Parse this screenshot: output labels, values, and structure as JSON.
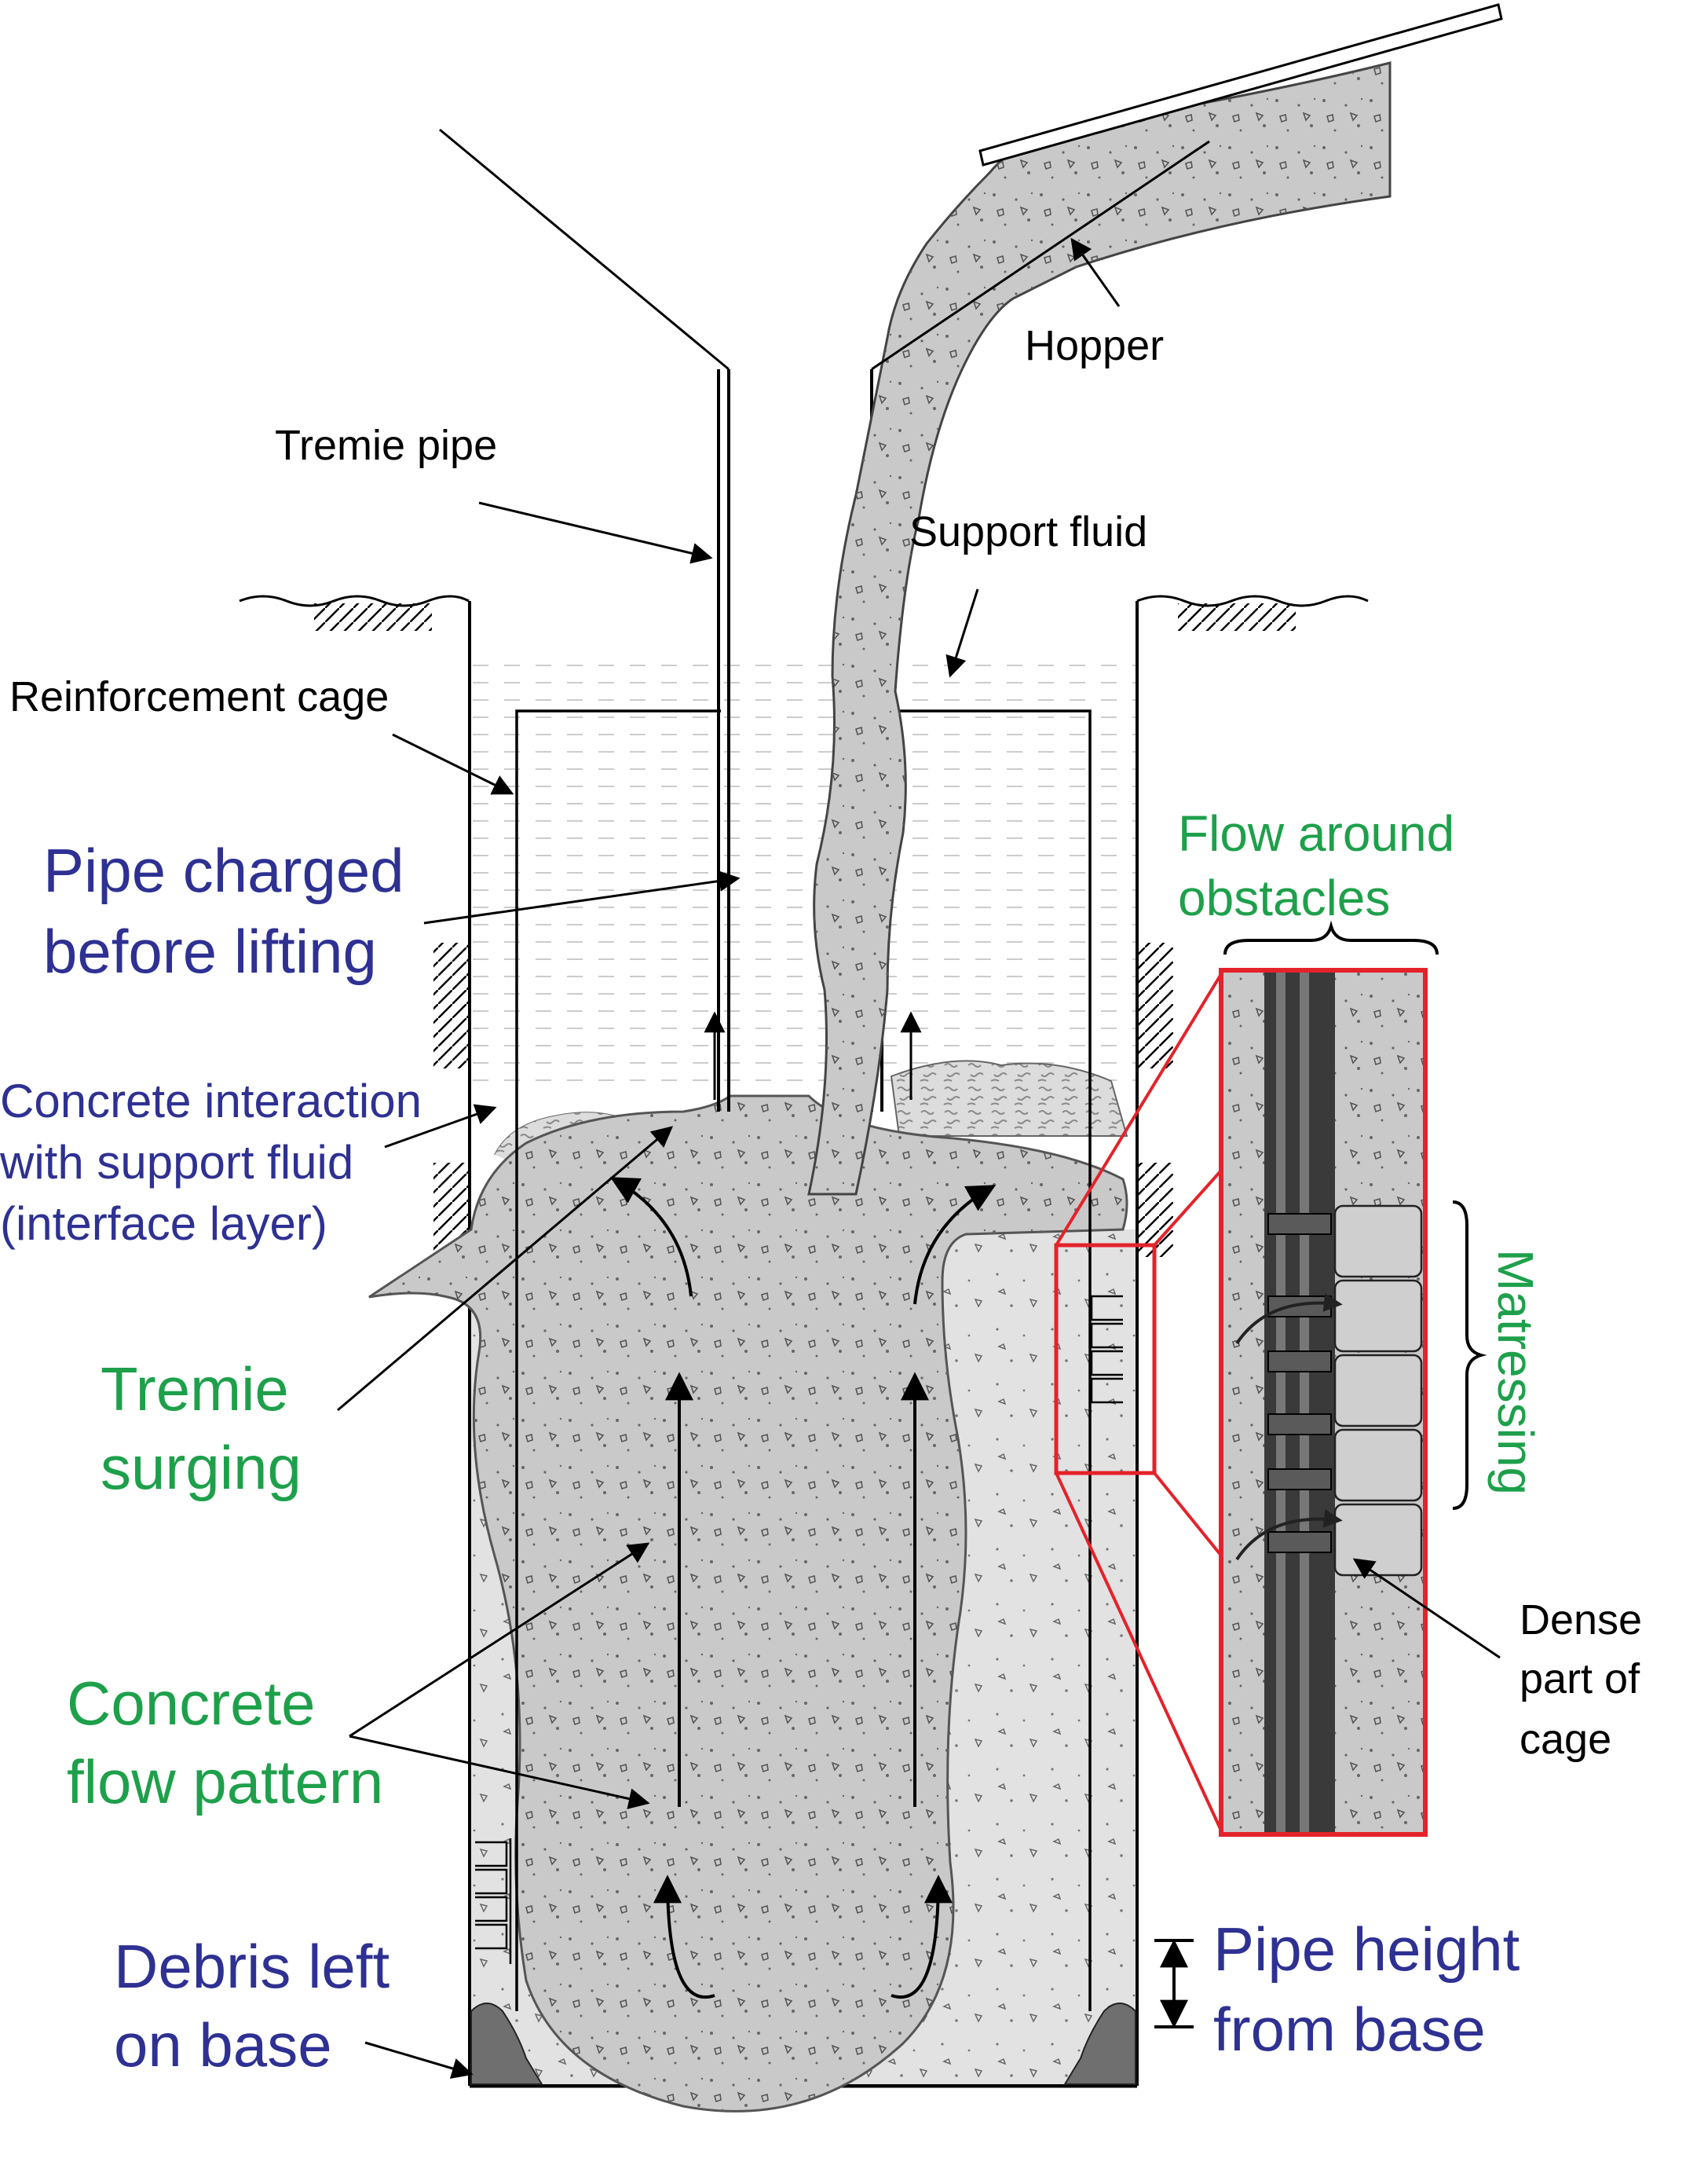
{
  "labels": {
    "hopper": "Hopper",
    "tremie_pipe": "Tremie pipe",
    "support_fluid": "Support fluid",
    "reinforcement_cage": "Reinforcement cage",
    "pipe_charged": [
      "Pipe charged",
      "before lifting"
    ],
    "concrete_interaction": [
      "Concrete interaction",
      "with support fluid",
      "(interface layer)"
    ],
    "flow_around": [
      "Flow around",
      "obstacles"
    ],
    "matressing": "Matressing",
    "tremie_surging": [
      "Tremie",
      "surging"
    ],
    "concrete_flow": [
      "Concrete",
      "flow pattern"
    ],
    "dense_part": [
      "Dense",
      "part of",
      "cage"
    ],
    "pipe_height": [
      "Pipe height",
      "from base"
    ],
    "debris": [
      "Debris left",
      "on base"
    ]
  },
  "colors": {
    "label_blue": "#2e3192",
    "label_green": "#1ea04b",
    "detail_frame": "#e4222a",
    "fresh_concrete": "#c9c9c9",
    "old_concrete": "#e2e2e2",
    "interface_layer": "#d4d4d4",
    "debris": "#6f6f6f"
  }
}
